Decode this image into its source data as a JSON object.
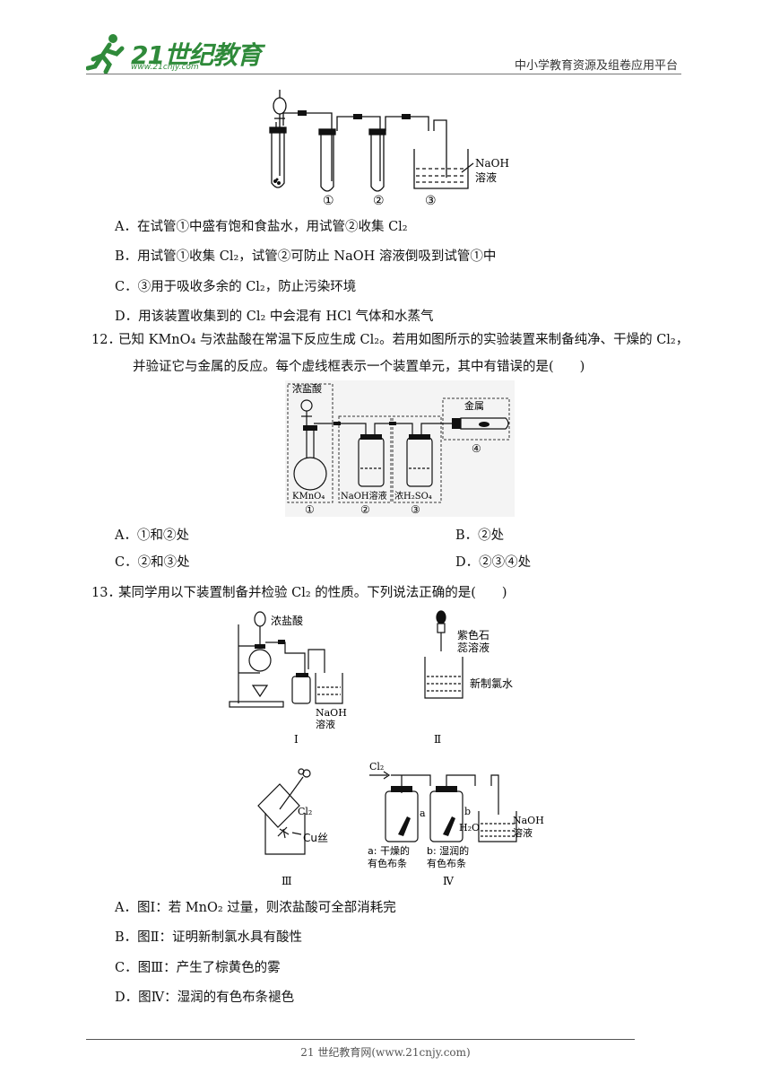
{
  "header": {
    "logo_text": "21世纪教育",
    "logo_url": "www.21cnjy.com",
    "platform": "中小学教育资源及组卷应用平台"
  },
  "fig11": {
    "tube_labels": [
      "①",
      "②",
      "③"
    ],
    "naoh": "NaOH",
    "solution": "溶液"
  },
  "q11_options": {
    "A": "A．在试管①中盛有饱和食盐水，用试管②收集 Cl₂",
    "B": "B．用试管①收集 Cl₂，试管②可防止 NaOH 溶液倒吸到试管①中",
    "C": "C．③用于吸收多余的 Cl₂，防止污染环境",
    "D": "D．用该装置收集到的 Cl₂ 中会混有 HCl 气体和水蒸气"
  },
  "q12": {
    "number": "12．",
    "stem_line1": "已知 KMnO₄ 与浓盐酸在常温下反应生成 Cl₂。若用如图所示的实验装置来制备纯净、干燥的 Cl₂，",
    "stem_line2": "并验证它与金属的反应。每个虚线框表示一个装置单元，其中有错误的是(　　)",
    "fig": {
      "conc_hcl": "浓盐酸",
      "metal": "金属",
      "kmno4": "KMnO₄",
      "naoh_sol": "NaOH溶液",
      "conc_h2so4": "浓H₂SO₄",
      "units": [
        "①",
        "②",
        "③",
        "④"
      ]
    },
    "options": {
      "A": "A．①和②处",
      "B": "B．②处",
      "C": "C．②和③处",
      "D": "D．②③④处"
    }
  },
  "q13": {
    "number": "13．",
    "stem": "某同学用以下装置制备并检验 Cl₂ 的性质。下列说法正确的是(　　)",
    "fig": {
      "conc_hcl": "浓盐酸",
      "naoh": "NaOH",
      "solution": "溶液",
      "litmus_1": "紫色石",
      "litmus_2": "蕊溶液",
      "chlorine_water": "新制氯水",
      "cl2": "Cl₂",
      "cu_wire": "Cu丝",
      "cl2_in": "Cl₂",
      "a": "a",
      "b": "b",
      "h2o": "H₂O",
      "dry_1": "a: 干燥的",
      "dry_2": "有色布条",
      "wet_1": "b: 湿润的",
      "wet_2": "有色布条",
      "naoh2": "NaOH",
      "solution2": "溶液",
      "labels": [
        "Ⅰ",
        "Ⅱ",
        "Ⅲ",
        "Ⅳ"
      ]
    },
    "options": {
      "A": "A．图Ⅰ：若 MnO₂ 过量，则浓盐酸可全部消耗完",
      "B": "B．图Ⅱ：证明新制氯水具有酸性",
      "C": "C．图Ⅲ：产生了棕黄色的雾",
      "D": "D．图Ⅳ：湿润的有色布条褪色"
    }
  },
  "footer": "21 世纪教育网(www.21cnjy.com)",
  "colors": {
    "brand": "#2f8a3a",
    "text": "#111111"
  }
}
